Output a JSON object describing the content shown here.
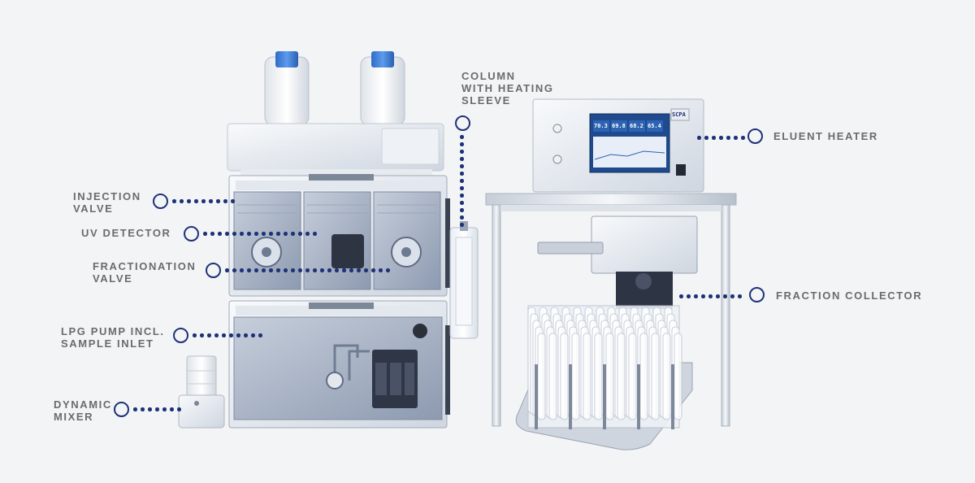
{
  "callouts": {
    "injection_valve": [
      "INJECTION",
      "VALVE"
    ],
    "uv_detector": [
      "UV DETECTOR"
    ],
    "fractionation_valve": [
      "FRACTIONATION",
      "VALVE"
    ],
    "lpg_pump": [
      "LPG PUMP INCL.",
      "SAMPLE INLET"
    ],
    "dynamic_mixer": [
      "DYNAMIC",
      "MIXER"
    ],
    "column": [
      "COLUMN",
      "WITH HEATING",
      "SLEEVE"
    ],
    "eluent_heater": [
      "ELUENT HEATER"
    ],
    "fraction_collector": [
      "FRACTION COLLECTOR"
    ]
  },
  "heater_screen": {
    "readouts": [
      "70.3",
      "69.8",
      "68.2",
      "65.4"
    ],
    "brand": "SCPA"
  },
  "colors": {
    "marker": "#1f3278",
    "label": "#6b6b6b",
    "background": "#f3f4f6",
    "bottle_cap": "#3f7fd8"
  }
}
